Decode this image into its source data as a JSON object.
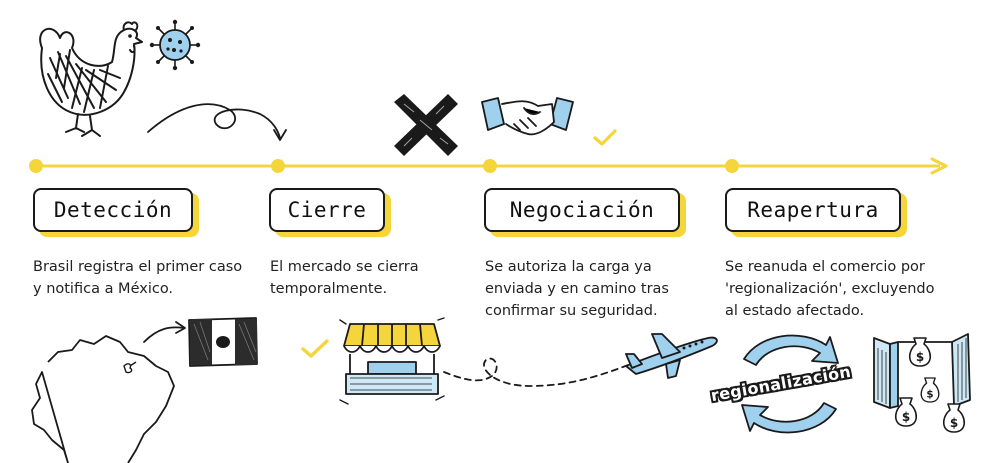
{
  "colors": {
    "accent": "#f5d53c",
    "ink": "#1a1a1a",
    "blue": "#8cc8ec"
  },
  "stages": [
    {
      "title": "Detección",
      "desc_lines": [
        "Brasil registra el primer caso",
        "y notifica a México."
      ]
    },
    {
      "title": "Cierre",
      "desc_lines": [
        "El mercado se cierra",
        "temporalmente."
      ]
    },
    {
      "title": "Negociación",
      "desc_lines": [
        "Se autoriza la carga ya",
        "enviada y en camino tras",
        "confirmar su seguridad."
      ]
    },
    {
      "title": "Reapertura",
      "desc_lines": [
        "Se reanuda el comercio por",
        "'regionalización', excluyendo",
        "al estado afectado."
      ]
    }
  ],
  "illustrations": {
    "regionalization_label": "regionalización",
    "money_symbol": "$"
  },
  "icons": [
    "chicken-icon",
    "virus-icon",
    "cross-icon",
    "handshake-icon",
    "checkmark-icon",
    "brazil-map-icon",
    "mexico-flag-icon",
    "market-stall-icon",
    "airplane-icon",
    "cycle-arrows-icon",
    "money-bag-icon",
    "open-gate-icon"
  ]
}
